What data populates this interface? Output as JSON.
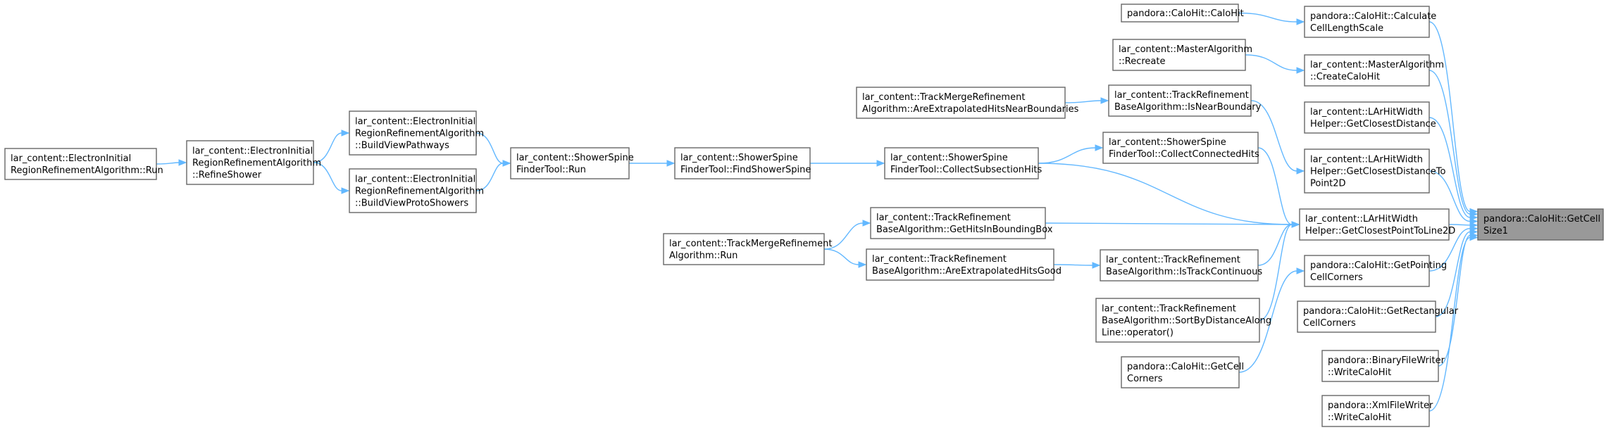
{
  "nodes": [
    {
      "id": "getcellsize1",
      "lines": [
        "pandora::CaloHit::GetCell",
        "Size1"
      ],
      "root": true
    },
    {
      "id": "calcellscale",
      "lines": [
        "pandora::CaloHit::Calculate",
        "CellLengthScale"
      ]
    },
    {
      "id": "calohit",
      "lines": [
        "pandora::CaloHit::CaloHit"
      ]
    },
    {
      "id": "createcalohit",
      "lines": [
        "lar_content::MasterAlgorithm",
        "::CreateCaloHit"
      ]
    },
    {
      "id": "recreate",
      "lines": [
        "lar_content::MasterAlgorithm",
        "::Recreate"
      ]
    },
    {
      "id": "closestdistance",
      "lines": [
        "lar_content::LArHitWidth",
        "Helper::GetClosestDistance"
      ]
    },
    {
      "id": "closestdistpoint",
      "lines": [
        "lar_content::LArHitWidth",
        "Helper::GetClosestDistanceTo",
        "Point2D"
      ]
    },
    {
      "id": "isnearboundary",
      "lines": [
        "lar_content::TrackRefinement",
        "BaseAlgorithm::IsNearBoundary"
      ]
    },
    {
      "id": "areextrapnear",
      "lines": [
        "lar_content::TrackMergeRefinement",
        "Algorithm::AreExtrapolatedHitsNearBoundaries"
      ]
    },
    {
      "id": "collectconnected",
      "lines": [
        "lar_content::ShowerSpine",
        "FinderTool::CollectConnectedHits"
      ]
    },
    {
      "id": "collectsubsection",
      "lines": [
        "lar_content::ShowerSpine",
        "FinderTool::CollectSubsectionHits"
      ]
    },
    {
      "id": "findshowerspine",
      "lines": [
        "lar_content::ShowerSpine",
        "FinderTool::FindShowerSpine"
      ]
    },
    {
      "id": "spinerun",
      "lines": [
        "lar_content::ShowerSpine",
        "FinderTool::Run"
      ]
    },
    {
      "id": "buildpathways",
      "lines": [
        "lar_content::ElectronInitial",
        "RegionRefinementAlgorithm",
        "::BuildViewPathways"
      ]
    },
    {
      "id": "buildproto",
      "lines": [
        "lar_content::ElectronInitial",
        "RegionRefinementAlgorithm",
        "::BuildViewProtoShowers"
      ]
    },
    {
      "id": "refineshower",
      "lines": [
        "lar_content::ElectronInitial",
        "RegionRefinementAlgorithm",
        "::RefineShower"
      ]
    },
    {
      "id": "eirrun",
      "lines": [
        "lar_content::ElectronInitial",
        "RegionRefinementAlgorithm::Run"
      ]
    },
    {
      "id": "closestpointline",
      "lines": [
        "lar_content::LArHitWidth",
        "Helper::GetClosestPointToLine2D"
      ]
    },
    {
      "id": "hitsinbox",
      "lines": [
        "lar_content::TrackRefinement",
        "BaseAlgorithm::GetHitsInBoundingBox"
      ]
    },
    {
      "id": "tmrrun",
      "lines": [
        "lar_content::TrackMergeRefinement",
        "Algorithm::Run"
      ]
    },
    {
      "id": "areextrapgood",
      "lines": [
        "lar_content::TrackRefinement",
        "BaseAlgorithm::AreExtrapolatedHitsGood"
      ]
    },
    {
      "id": "istrackcont",
      "lines": [
        "lar_content::TrackRefinement",
        "BaseAlgorithm::IsTrackContinuous"
      ]
    },
    {
      "id": "sortbydist",
      "lines": [
        "lar_content::TrackRefinement",
        "BaseAlgorithm::SortByDistanceAlong",
        "Line::operator()"
      ]
    },
    {
      "id": "getpointing",
      "lines": [
        "pandora::CaloHit::GetPointing",
        "CellCorners"
      ]
    },
    {
      "id": "getrect",
      "lines": [
        "pandora::CaloHit::GetRectangular",
        "CellCorners"
      ]
    },
    {
      "id": "getcellcorners",
      "lines": [
        "pandora::CaloHit::GetCell",
        "Corners"
      ]
    },
    {
      "id": "binarywrite",
      "lines": [
        "pandora::BinaryFileWriter",
        "::WriteCaloHit"
      ]
    },
    {
      "id": "xmlwrite",
      "lines": [
        "pandora::XmlFileWriter",
        "::WriteCaloHit"
      ]
    }
  ],
  "edges": [
    [
      "calcellscale",
      "getcellsize1"
    ],
    [
      "calohit",
      "calcellscale"
    ],
    [
      "createcalohit",
      "getcellsize1"
    ],
    [
      "recreate",
      "createcalohit"
    ],
    [
      "closestdistance",
      "getcellsize1"
    ],
    [
      "closestdistpoint",
      "getcellsize1"
    ],
    [
      "isnearboundary",
      "closestdistpoint"
    ],
    [
      "areextrapnear",
      "isnearboundary"
    ],
    [
      "closestpointline",
      "getcellsize1"
    ],
    [
      "collectconnected",
      "closestpointline"
    ],
    [
      "collectsubsection",
      "collectconnected"
    ],
    [
      "collectsubsection",
      "closestpointline"
    ],
    [
      "findshowerspine",
      "collectsubsection"
    ],
    [
      "spinerun",
      "findshowerspine"
    ],
    [
      "buildpathways",
      "spinerun"
    ],
    [
      "buildproto",
      "spinerun"
    ],
    [
      "refineshower",
      "buildpathways"
    ],
    [
      "refineshower",
      "buildproto"
    ],
    [
      "eirrun",
      "refineshower"
    ],
    [
      "hitsinbox",
      "closestpointline"
    ],
    [
      "tmrrun",
      "hitsinbox"
    ],
    [
      "tmrrun",
      "areextrapgood"
    ],
    [
      "areextrapgood",
      "istrackcont"
    ],
    [
      "istrackcont",
      "closestpointline"
    ],
    [
      "sortbydist",
      "closestpointline"
    ],
    [
      "getpointing",
      "getcellsize1"
    ],
    [
      "getcellcorners",
      "getpointing"
    ],
    [
      "getrect",
      "getcellsize1"
    ],
    [
      "binarywrite",
      "getcellsize1"
    ],
    [
      "xmlwrite",
      "getcellsize1"
    ]
  ]
}
